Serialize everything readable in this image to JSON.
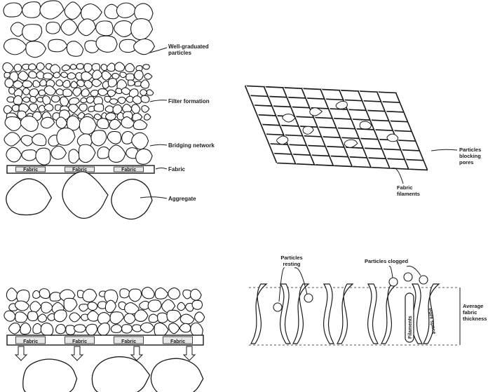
{
  "panel_a": {
    "labels": {
      "well_graduated": "Well-graduated particles",
      "filter_formation": "Filter formation",
      "bridging_network": "Bridging network",
      "fabric": "Fabric",
      "aggregate": "Aggregate"
    },
    "fabric_strip_labels": [
      "Fabric",
      "Fabric",
      "Fabric"
    ]
  },
  "panel_b": {
    "labels": {
      "particles_blocking": "Particles blocking pores",
      "fabric_filaments": "Fabric filaments"
    }
  },
  "panel_c": {
    "fabric_strip_labels": [
      "Fabric",
      "Fabric",
      "Fabric",
      "Fabric"
    ]
  },
  "panel_d": {
    "labels": {
      "particles_resting": "Particles resting",
      "particles_clogged": "Particles clogged",
      "filaments": "Filaments",
      "pore_space": "Pore space",
      "average_thickness": "Average fabric thickness"
    }
  },
  "colors": {
    "ink": "#1a1a1a",
    "paper": "#ffffff",
    "fabric_fill": "#e8e8e8"
  }
}
